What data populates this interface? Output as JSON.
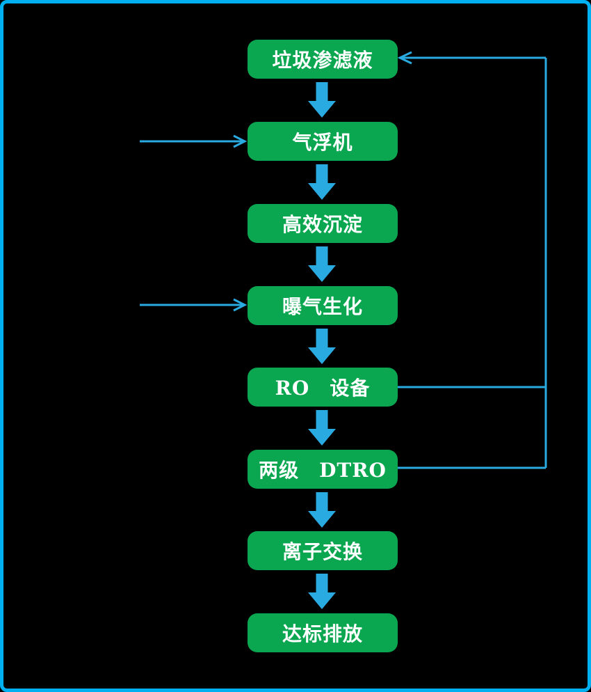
{
  "diagram": {
    "type": "flowchart",
    "colors": {
      "background": "#000000",
      "frame_border": "#00b0f0",
      "node_fill": "#0aa750",
      "node_text": "#ffffff",
      "connector": "#29abe2"
    },
    "nodes": [
      {
        "label": "垃圾渗滤液"
      },
      {
        "label": "气浮机"
      },
      {
        "label": "高效沉淀"
      },
      {
        "label": "曝气生化"
      },
      {
        "label": "RO　设备"
      },
      {
        "label": "两级　DTRO"
      },
      {
        "label": "离子交换"
      },
      {
        "label": "达标排放"
      }
    ],
    "edges": [
      {
        "from": "垃圾渗滤液",
        "to": "气浮机",
        "style": "thick-down-arrow"
      },
      {
        "from": "气浮机",
        "to": "高效沉淀",
        "style": "thick-down-arrow"
      },
      {
        "from": "高效沉淀",
        "to": "曝气生化",
        "style": "thick-down-arrow"
      },
      {
        "from": "曝气生化",
        "to": "RO　设备",
        "style": "thick-down-arrow"
      },
      {
        "from": "RO　设备",
        "to": "两级　DTRO",
        "style": "thick-down-arrow"
      },
      {
        "from": "两级　DTRO",
        "to": "离子交换",
        "style": "thick-down-arrow"
      },
      {
        "from": "离子交换",
        "to": "达标排放",
        "style": "thick-down-arrow"
      },
      {
        "from": null,
        "to": "气浮机",
        "style": "thin-arrow-from-left"
      },
      {
        "from": null,
        "to": "曝气生化",
        "style": "thin-arrow-from-left"
      },
      {
        "from": "RO　设备",
        "to": "垃圾渗滤液",
        "style": "thin-feedback-loop-right"
      },
      {
        "from": "两级　DTRO",
        "to": "垃圾渗滤液",
        "style": "thin-feedback-loop-right"
      }
    ]
  }
}
